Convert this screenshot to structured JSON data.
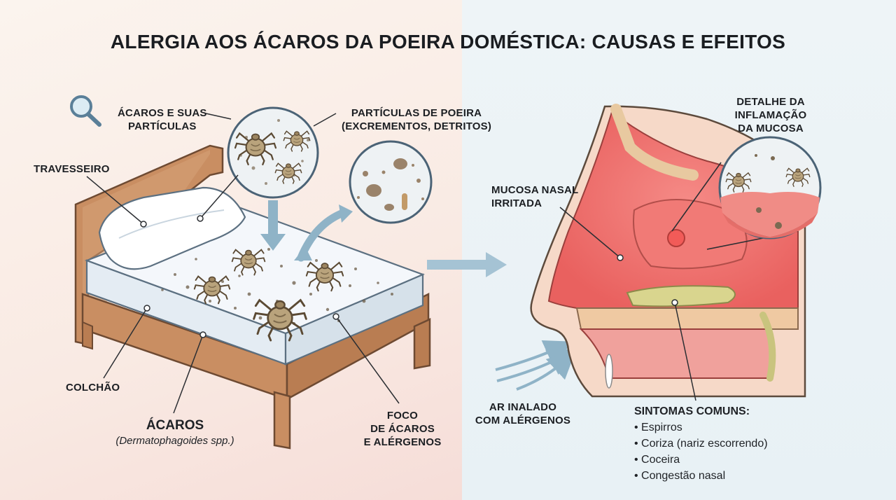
{
  "title": "ALERGIA AOS ÁCAROS DA POEIRA DOMÉSTICA: CAUSAS E EFEITOS",
  "labels": {
    "mites_particles": [
      "ÁCAROS E SUAS",
      "PARTÍCULAS"
    ],
    "dust_particles": [
      "PARTÍCULAS DE POEIRA",
      "(EXCREMENTOS, DETRITOS)"
    ],
    "pillow": "TRAVESSEIRO",
    "mattress": "COLCHÃO",
    "mites": "ÁCAROS",
    "mites_scientific": "(Dermatophagoides spp.)",
    "focus": [
      "FOCO",
      "DE ÁCAROS",
      "E ALÉRGENOS"
    ],
    "mucosa": [
      "MUCOSA NASAL",
      "IRRITADA"
    ],
    "inflammation": [
      "DETALHE DA",
      "INFLAMAÇÃO",
      "DA MUCOSA"
    ],
    "inhaled_air": [
      "AR INALADO",
      "COM ALÉRGENOS"
    ]
  },
  "symptoms": {
    "heading": "SINTOMAS COMUNS:",
    "items": [
      "Espirros",
      "Coriza (nariz escorrendo)",
      "Coceira",
      "Congestão nasal"
    ]
  },
  "icons": [
    "magnifier-icon"
  ],
  "colors": {
    "bed_wood": "#c98e62",
    "mattress": "#eef3f8",
    "mite": "#b9a37c",
    "mucosa": "#ec6a66",
    "mucus": "#cfcf8a",
    "arrow": "#8fb3c7"
  }
}
